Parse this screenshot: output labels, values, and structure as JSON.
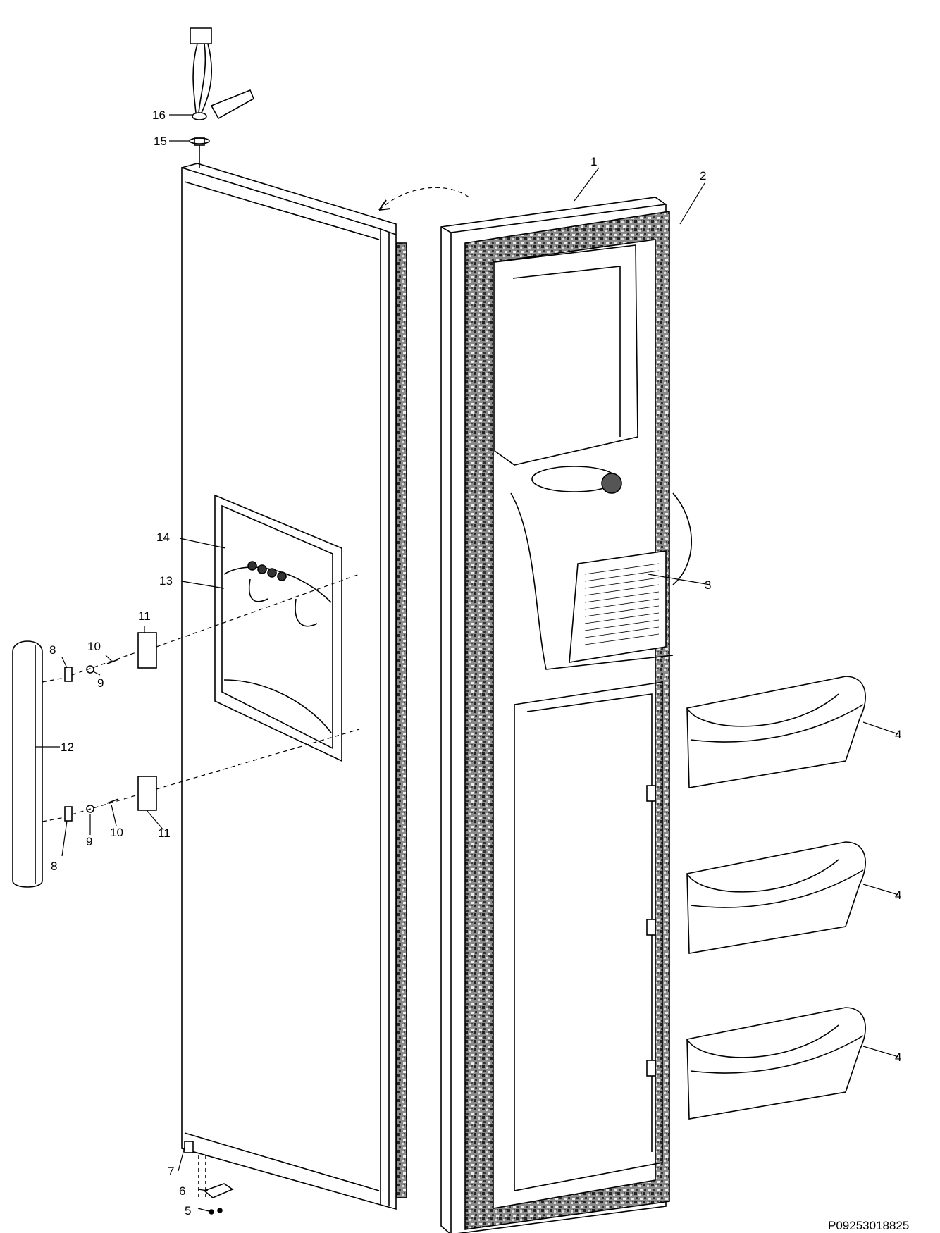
{
  "diagram": {
    "drawing_code": "P09253018825",
    "callouts": [
      "1",
      "2",
      "3",
      "4",
      "4",
      "4",
      "5",
      "6",
      "7",
      "8",
      "8",
      "9",
      "9",
      "10",
      "10",
      "11",
      "11",
      "12",
      "13",
      "14",
      "15",
      "16"
    ]
  }
}
